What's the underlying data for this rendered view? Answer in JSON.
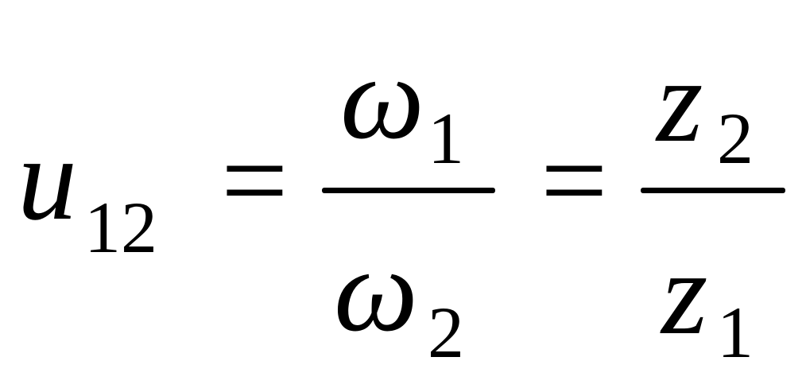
{
  "formula": {
    "lhs": {
      "base": "u",
      "subscript": "12"
    },
    "equals": "=",
    "fraction1": {
      "numerator": {
        "base": "ω",
        "subscript": "1"
      },
      "denominator": {
        "base": "ω",
        "subscript": "2"
      }
    },
    "fraction2": {
      "numerator": {
        "base": "z",
        "subscript": "2"
      },
      "denominator": {
        "base": "z",
        "subscript": "1"
      }
    }
  }
}
